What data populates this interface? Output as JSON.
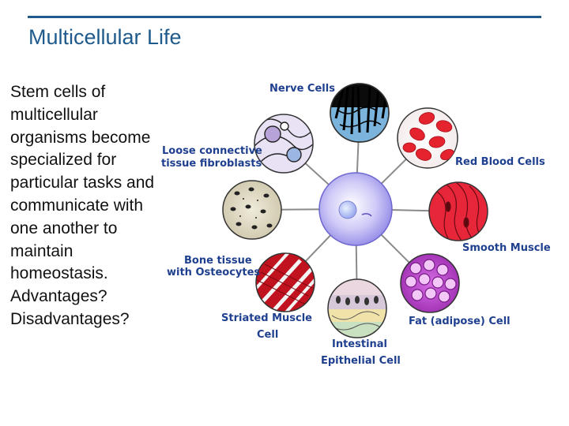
{
  "slide": {
    "title": "Multicellular Life",
    "body_lines": [
      "Stem cells of multicellular organisms become specialized for particular tasks and communicate with one another to maintain homeostasis.",
      "Advantages?",
      "Disadvantages?"
    ]
  },
  "diagram": {
    "center": "stem-cell",
    "labels": {
      "nerve": "Nerve Cells",
      "loose_1": "Loose connective",
      "loose_2": "tissue fibroblasts",
      "rbc": "Red Blood Cells",
      "smooth": "Smooth Muscle",
      "bone_1": "Bone tissue",
      "bone_2": "with Osteocytes",
      "fat": "Fat (adipose) Cell",
      "striated_1": "Striated Muscle",
      "striated_2": "Cell",
      "intestinal_1": "Intestinal",
      "intestinal_2": "Epithelial Cell"
    },
    "colors": {
      "title": "#1f5a8c",
      "label": "#1f3f8f",
      "connector": "#8a8a8a",
      "stem_cell": "#b9b4f0",
      "red_blood": "#e5232e",
      "smooth_muscle": "#e8263a",
      "fat": "#c84fd8",
      "bone": "#e2ddc9",
      "nerve": "#7ab4dd"
    }
  }
}
